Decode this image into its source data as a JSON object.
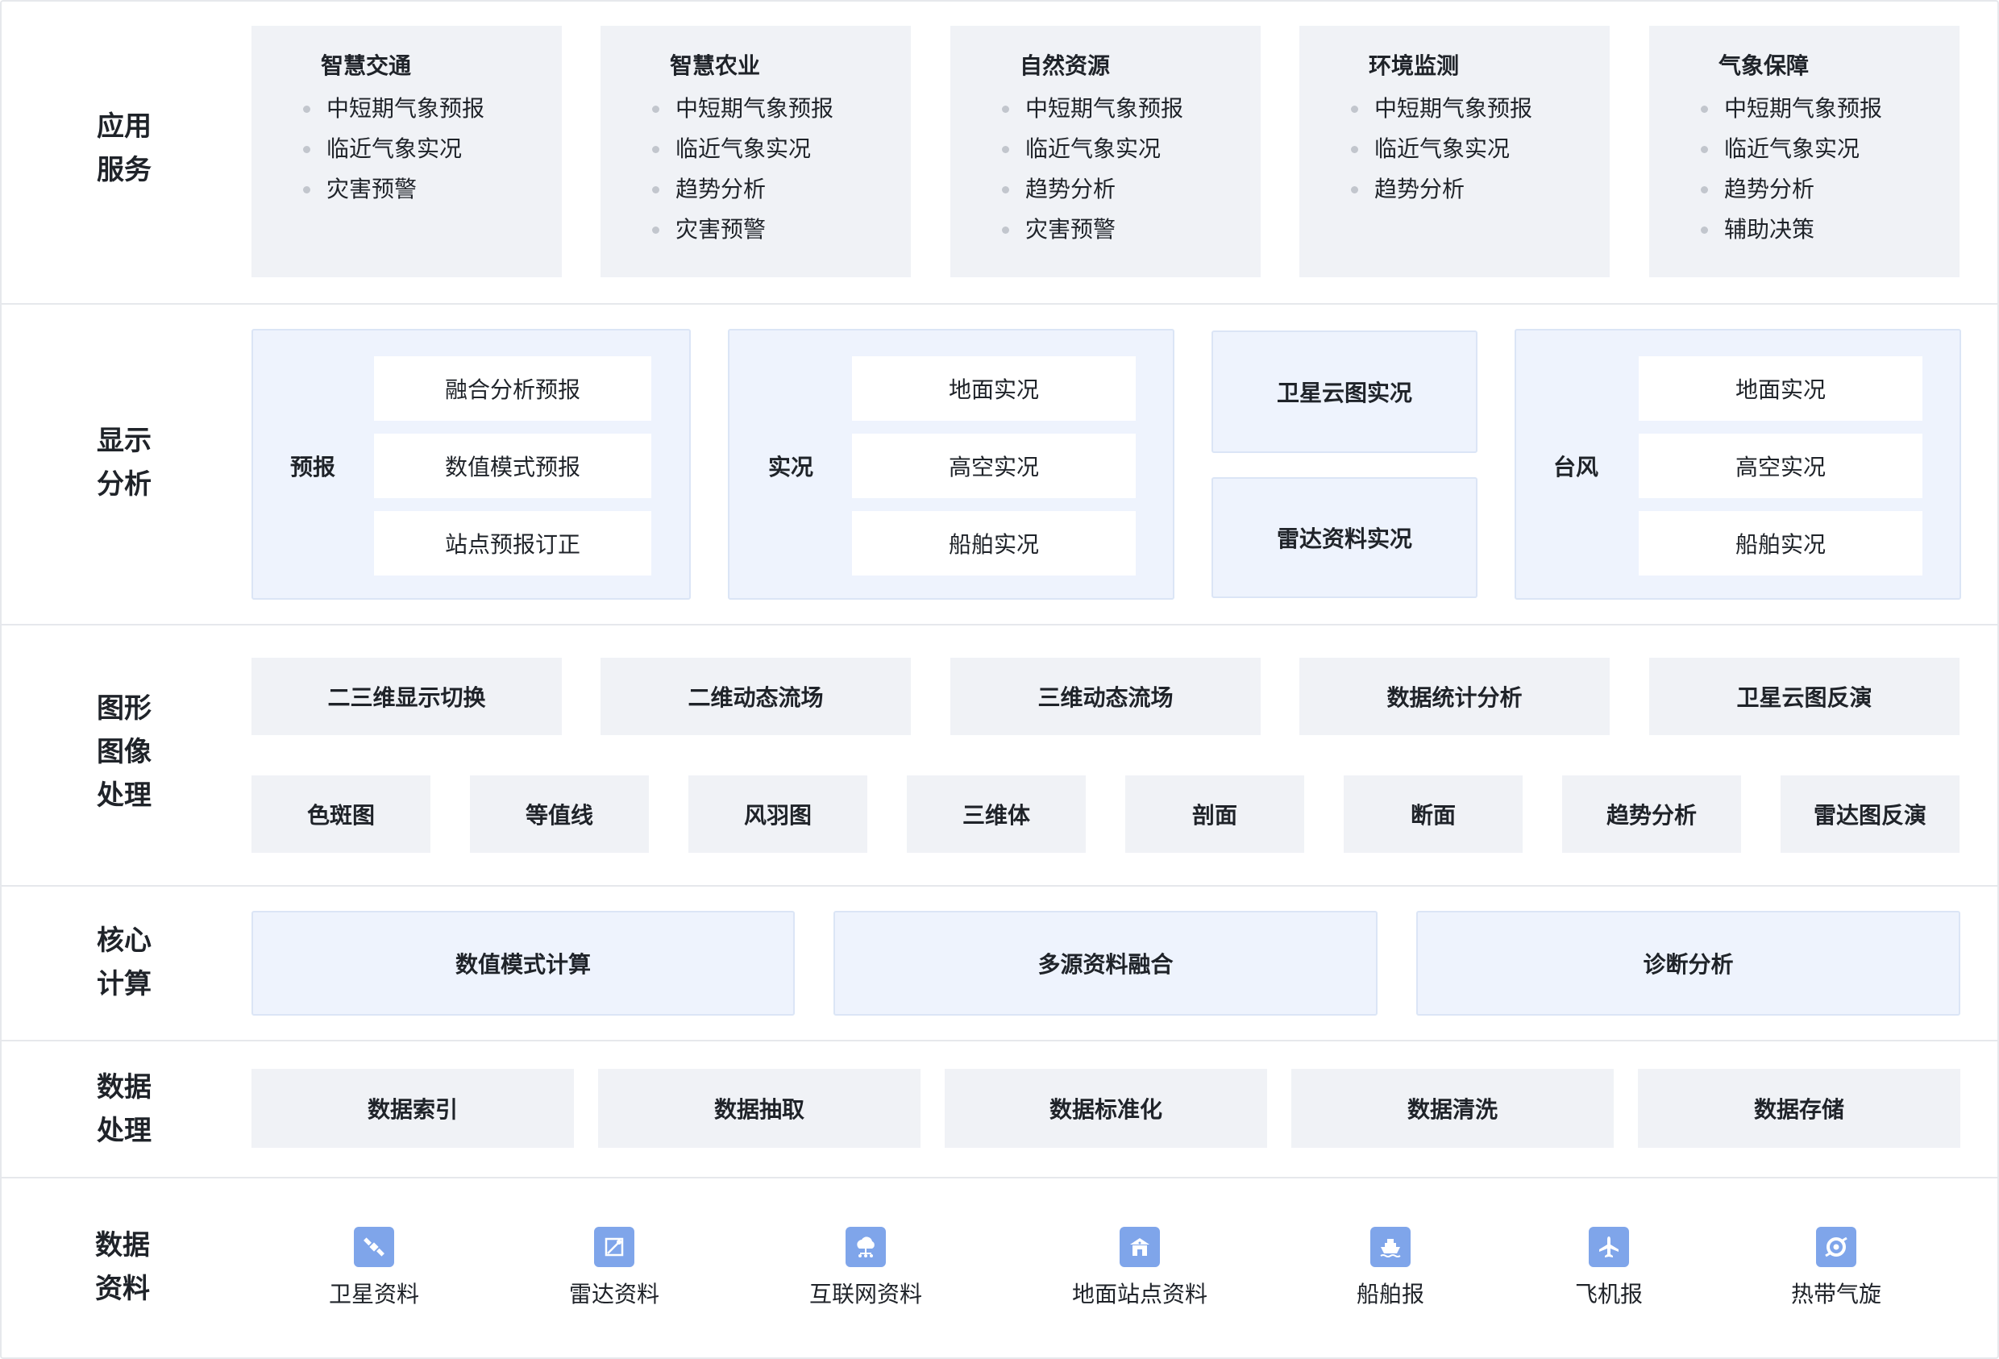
{
  "rows": {
    "app_service": "应用\n服务",
    "display_analysis": "显示\n分析",
    "graphics": "图形\n图像\n处理",
    "core": "核心\n计算",
    "data_processing": "数据\n处理",
    "data_sources": "数据\n资料"
  },
  "app_cards": [
    {
      "title": "智慧交通",
      "items": [
        "中短期气象预报",
        "临近气象实况",
        "灾害预警"
      ]
    },
    {
      "title": "智慧农业",
      "items": [
        "中短期气象预报",
        "临近气象实况",
        "趋势分析",
        "灾害预警"
      ]
    },
    {
      "title": "自然资源",
      "items": [
        "中短期气象预报",
        "临近气象实况",
        "趋势分析",
        "灾害预警"
      ]
    },
    {
      "title": "环境监测",
      "items": [
        "中短期气象预报",
        "临近气象实况",
        "趋势分析"
      ]
    },
    {
      "title": "气象保障",
      "items": [
        "中短期气象预报",
        "临近气象实况",
        "趋势分析",
        "辅助决策"
      ]
    }
  ],
  "display": {
    "forecast": {
      "label": "预报",
      "items": [
        "融合分析预报",
        "数值模式预报",
        "站点预报订正"
      ]
    },
    "observation": {
      "label": "实况",
      "items": [
        "地面实况",
        "高空实况",
        "船舶实况"
      ]
    },
    "satellite": "卫星云图实况",
    "radar": "雷达资料实况",
    "typhoon": {
      "label": "台风",
      "items": [
        "地面实况",
        "高空实况",
        "船舶实况"
      ]
    }
  },
  "graphics": {
    "top": [
      "二三维显示切换",
      "二维动态流场",
      "三维动态流场",
      "数据统计分析",
      "卫星云图反演"
    ],
    "bottom": [
      "色斑图",
      "等值线",
      "风羽图",
      "三维体",
      "剖面",
      "断面",
      "趋势分析",
      "雷达图反演"
    ]
  },
  "core": [
    "数值模式计算",
    "多源资料融合",
    "诊断分析"
  ],
  "processing": [
    "数据索引",
    "数据抽取",
    "数据标准化",
    "数据清洗",
    "数据存储"
  ],
  "sources": [
    {
      "label": "卫星资料",
      "icon": "satellite-icon"
    },
    {
      "label": "雷达资料",
      "icon": "radar-icon"
    },
    {
      "label": "互联网资料",
      "icon": "cloud-network-icon"
    },
    {
      "label": "地面站点资料",
      "icon": "ground-station-icon"
    },
    {
      "label": "船舶报",
      "icon": "ship-icon"
    },
    {
      "label": "飞机报",
      "icon": "airplane-icon"
    },
    {
      "label": "热带气旋",
      "icon": "cyclone-icon"
    }
  ],
  "colors": {
    "card_gray": "#f0f2f6",
    "panel_blue": "#eef3fd",
    "icon_blue": "#7fa5ea",
    "border": "#e6e8ec"
  }
}
